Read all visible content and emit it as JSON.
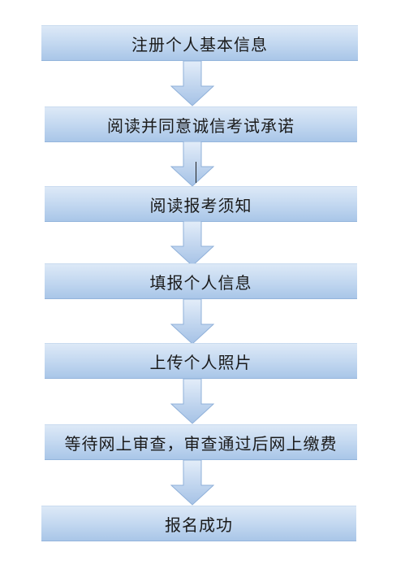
{
  "colors": {
    "box_top": "#dde9f7",
    "box_mid": "#c6daf1",
    "box_bottom": "#a9c6e8",
    "arrow_fill_top": "#e3edf9",
    "arrow_fill_bottom": "#a5c2e6",
    "arrow_stroke": "#8fb0d9",
    "text": "#1a1a1a"
  },
  "flowchart": {
    "steps": [
      {
        "label": "注册个人基本信息"
      },
      {
        "label": "阅读并同意诚信考试承诺"
      },
      {
        "label": "阅读报考须知"
      },
      {
        "label": "填报个人信息"
      },
      {
        "label": "上传个人照片"
      },
      {
        "label": "等待网上审查，审查通过后网上缴费"
      },
      {
        "label": "报名成功"
      }
    ]
  }
}
